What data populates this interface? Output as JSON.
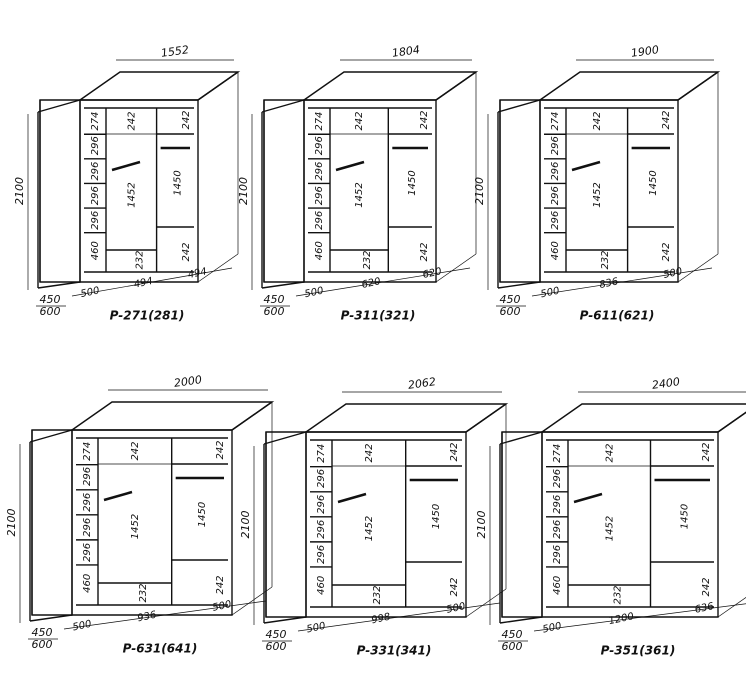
{
  "wardrobes": [
    {
      "model": "P-271(281)",
      "width": "1552",
      "height": "2100",
      "depth_inner": "450",
      "depth_outer": "600",
      "shelf_dims": [
        "274",
        "296",
        "296",
        "296",
        "296",
        "460"
      ],
      "bottom_dims": [
        "500",
        "494",
        "494"
      ],
      "inner_dims": [
        "242",
        "1452",
        "232",
        "242",
        "1450",
        "242"
      ]
    },
    {
      "model": "P-311(321)",
      "width": "1804",
      "height": "2100",
      "depth_inner": "450",
      "depth_outer": "600",
      "shelf_dims": [
        "274",
        "296",
        "296",
        "296",
        "296",
        "460"
      ],
      "bottom_dims": [
        "500",
        "620",
        "620"
      ],
      "inner_dims": [
        "242",
        "1452",
        "232",
        "242",
        "1450",
        "242"
      ]
    },
    {
      "model": "P-611(621)",
      "width": "1900",
      "height": "2100",
      "depth_inner": "450",
      "depth_outer": "600",
      "shelf_dims": [
        "274",
        "296",
        "296",
        "296",
        "296",
        "460"
      ],
      "bottom_dims": [
        "500",
        "836",
        "500"
      ],
      "inner_dims": [
        "242",
        "1452",
        "232",
        "242",
        "1450",
        "242"
      ]
    },
    {
      "model": "P-631(641)",
      "width": "2000",
      "height": "2100",
      "depth_inner": "450",
      "depth_outer": "600",
      "shelf_dims": [
        "274",
        "296",
        "296",
        "296",
        "296",
        "460"
      ],
      "bottom_dims": [
        "500",
        "936",
        "500"
      ],
      "inner_dims": [
        "242",
        "1452",
        "232",
        "242",
        "1450",
        "242"
      ]
    },
    {
      "model": "P-331(341)",
      "width": "2062",
      "height": "2100",
      "depth_inner": "450",
      "depth_outer": "600",
      "shelf_dims": [
        "274",
        "296",
        "296",
        "296",
        "296",
        "460"
      ],
      "bottom_dims": [
        "500",
        "998",
        "500"
      ],
      "inner_dims": [
        "242",
        "1452",
        "232",
        "242",
        "1450",
        "242"
      ]
    },
    {
      "model": "P-351(361)",
      "width": "2400",
      "height": "2100",
      "depth_inner": "450",
      "depth_outer": "600",
      "shelf_dims": [
        "274",
        "296",
        "296",
        "296",
        "296",
        "460"
      ],
      "bottom_dims": [
        "500",
        "1200",
        "636"
      ],
      "inner_dims": [
        "242",
        "1452",
        "232",
        "242",
        "1450",
        "242"
      ]
    }
  ]
}
